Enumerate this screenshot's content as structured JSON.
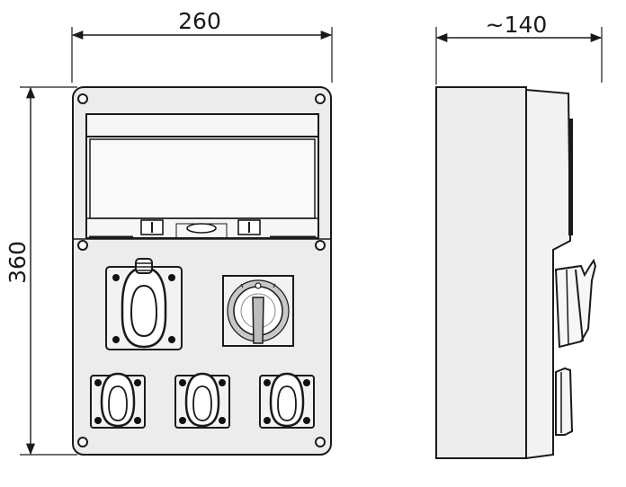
{
  "dimensions": {
    "width_label": "260",
    "height_label": "360",
    "depth_label": "~140"
  },
  "colors": {
    "line": "#1a1a1a",
    "body_fill": "#ececec",
    "panel_fill": "#f2f2f2",
    "switch_ring": "#c8c8c8",
    "dark": "#111111"
  },
  "views": {
    "front": {
      "icon": "enclosure-front-view"
    },
    "side": {
      "icon": "enclosure-side-view"
    }
  }
}
